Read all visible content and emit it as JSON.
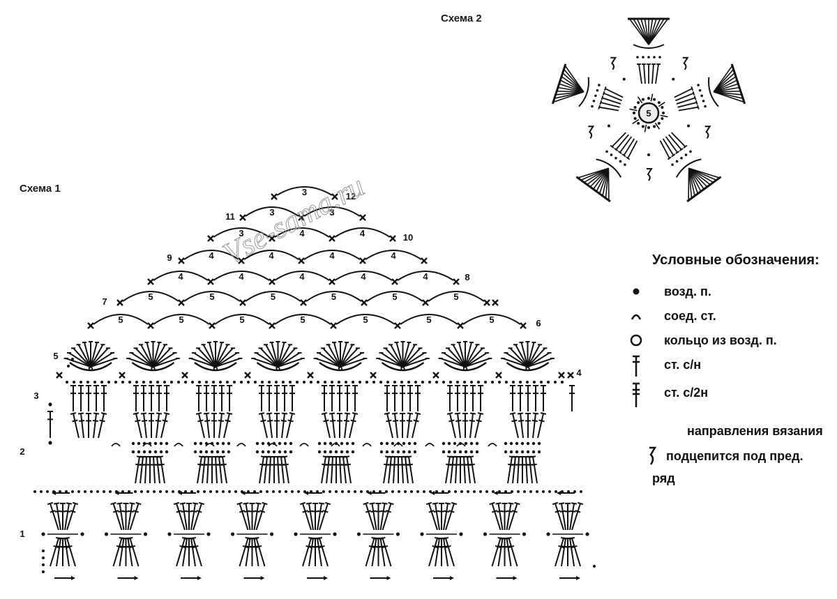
{
  "scheme1": {
    "title": "Схема 1",
    "row_labels": [
      "1",
      "2",
      "3",
      "4",
      "5",
      "6",
      "7",
      "8",
      "9",
      "10",
      "11",
      "12"
    ],
    "arch_counts": {
      "row6": [
        "5",
        "5",
        "5",
        "5",
        "5",
        "5",
        "5"
      ],
      "row7": [
        "5",
        "5",
        "5",
        "5",
        "5",
        "5",
        "5"
      ],
      "row8": [
        "4",
        "4",
        "4",
        "4",
        "4"
      ],
      "row9": [
        "4",
        "4",
        "4",
        "4",
        "4"
      ],
      "row10": [
        "3",
        "3",
        "4",
        "4"
      ],
      "row11": [
        "3",
        "3"
      ],
      "row12": [
        "3"
      ]
    },
    "fan_counts": [
      "6",
      "6",
      "6",
      "6",
      "6",
      "6",
      "6",
      "6"
    ]
  },
  "scheme2": {
    "title": "Схема 2",
    "center_ring": "5"
  },
  "watermark": "Vse-sama.ru",
  "legend": {
    "title": "Условные обозначения:",
    "items": [
      {
        "icon": "dot-icon",
        "label": "возд. п."
      },
      {
        "icon": "arc-icon",
        "label": "соед. ст."
      },
      {
        "icon": "ring-icon",
        "label": "кольцо из возд. п."
      },
      {
        "icon": "dc-icon",
        "label": "ст. с/н"
      },
      {
        "icon": "tr-icon",
        "label": "ст. с/2н"
      }
    ],
    "direction_label": "направления вязания",
    "hook_label": "подцепится под пред. ряд"
  }
}
